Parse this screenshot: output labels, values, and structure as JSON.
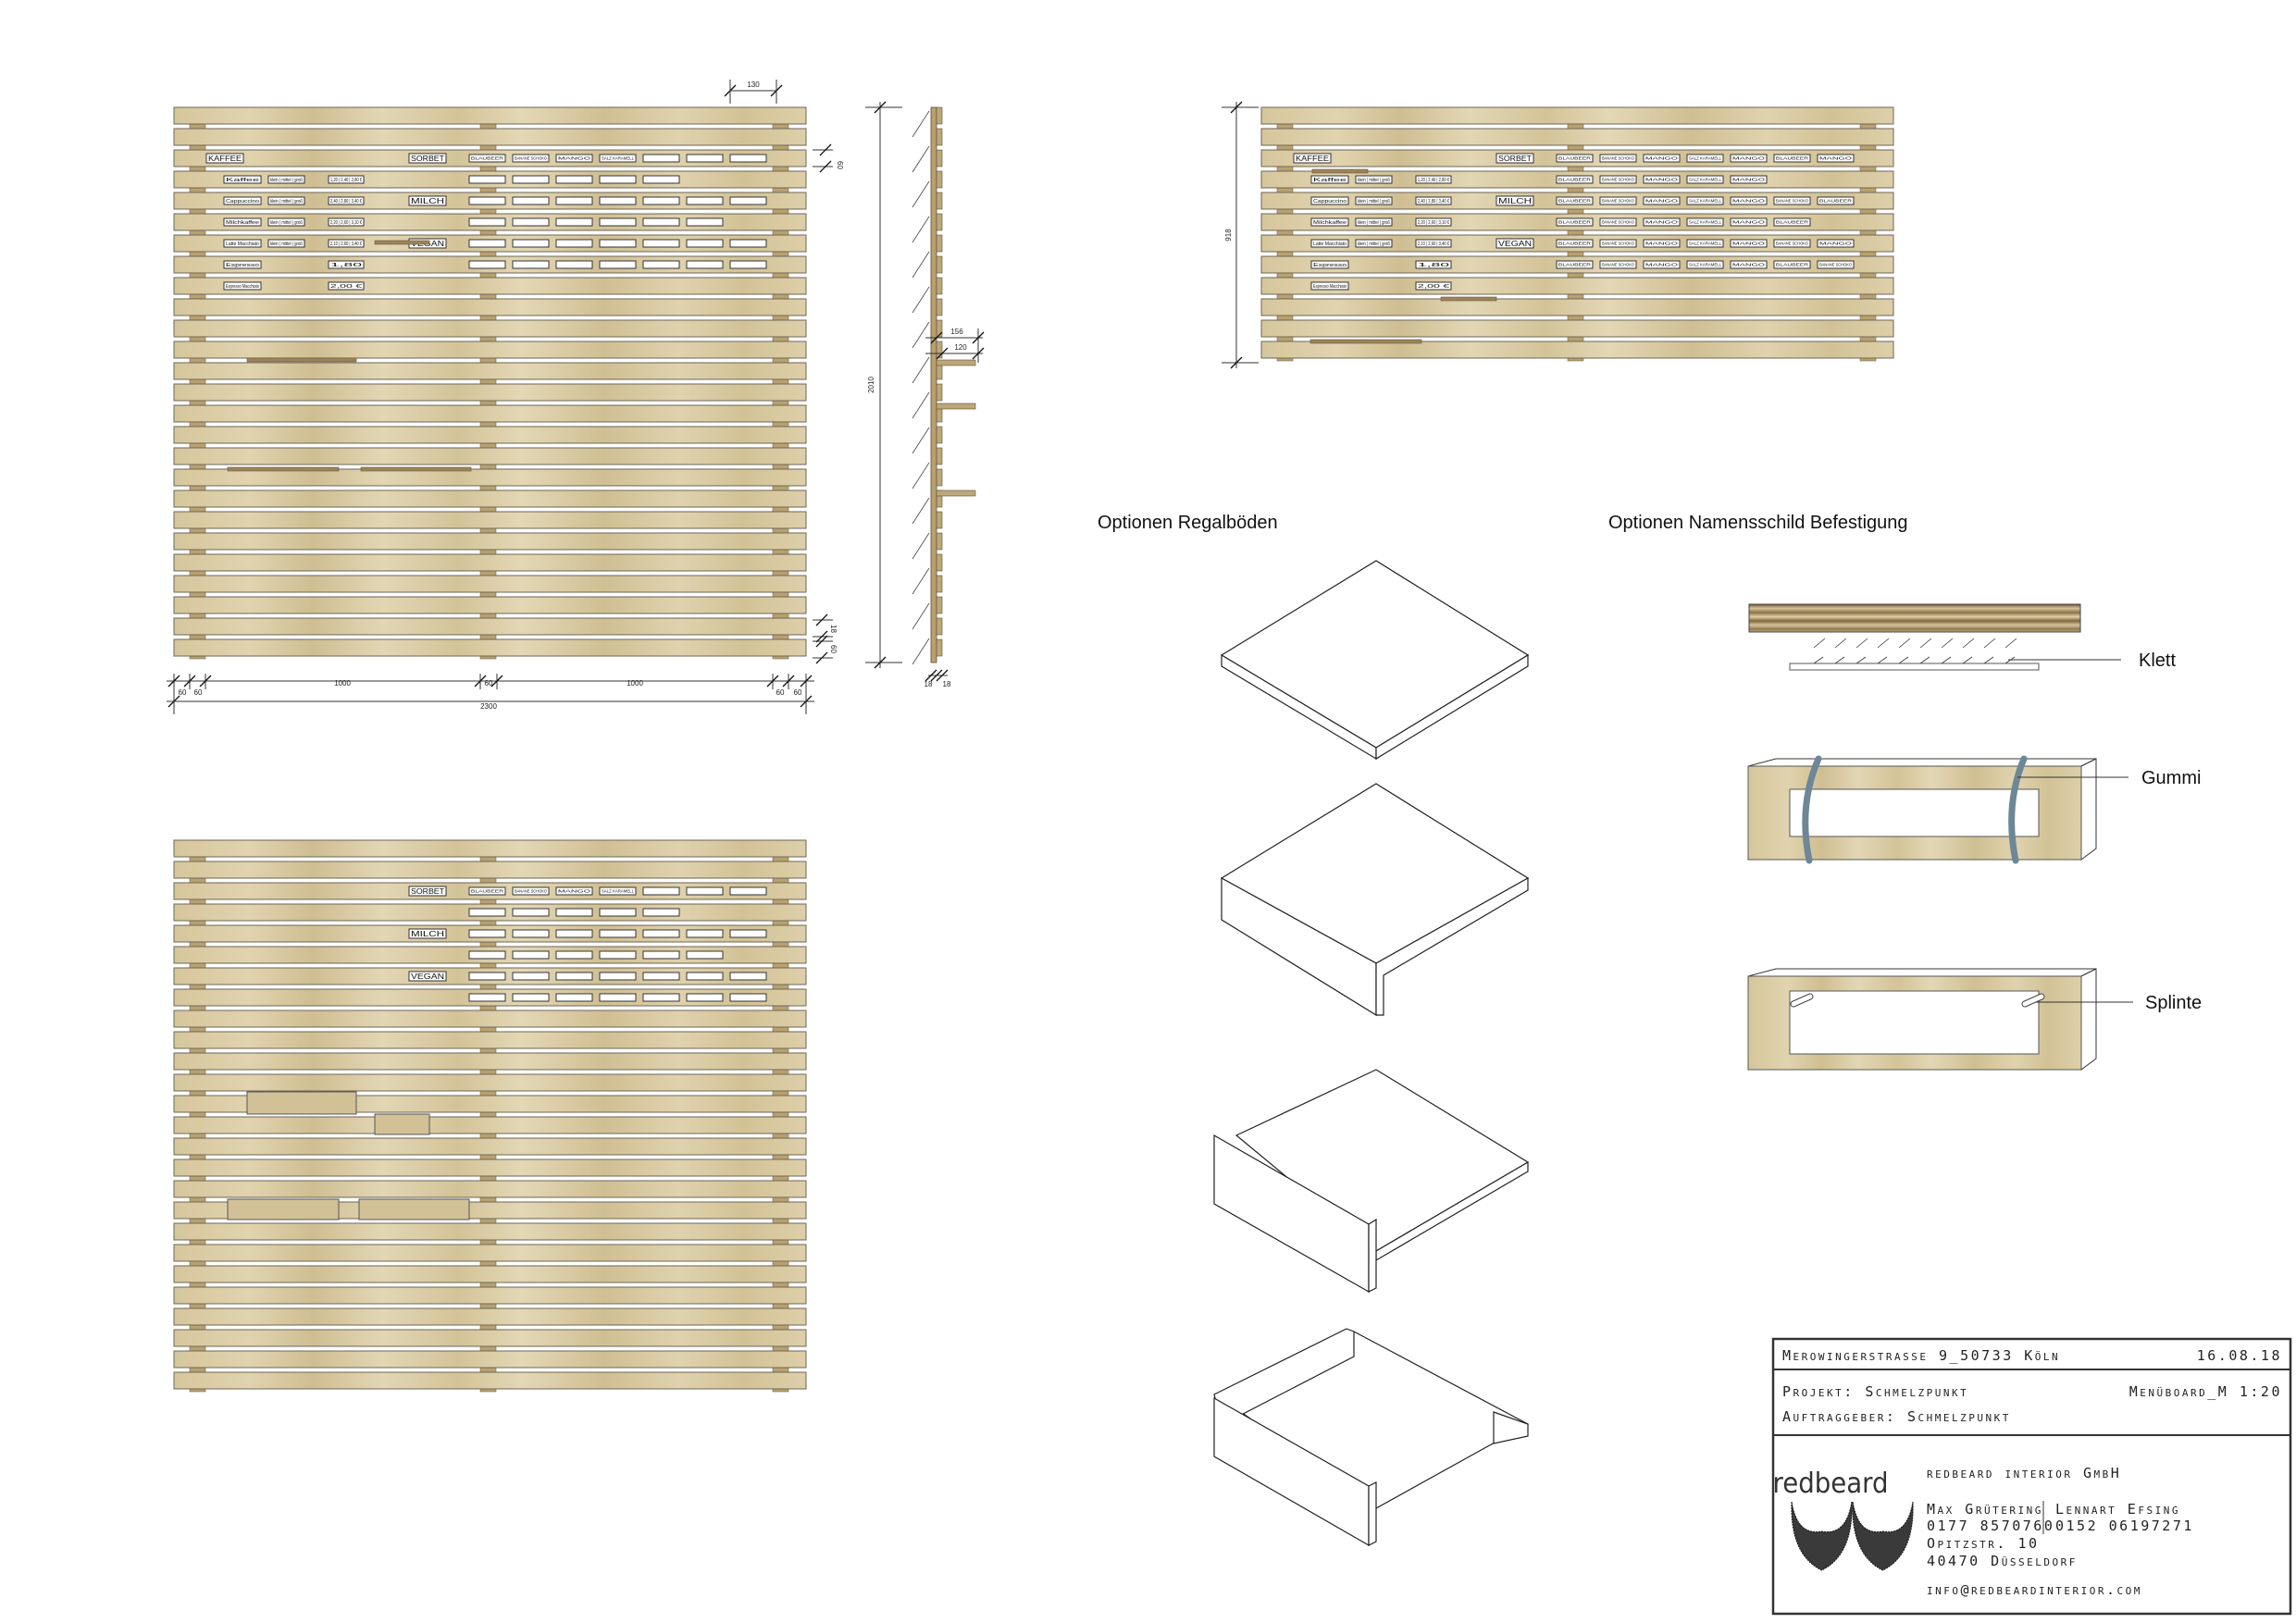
{
  "menu": {
    "categories": {
      "kaffee": "KAFFEE",
      "sorbet": "SORBET",
      "milch": "MILCH",
      "vegan": "VEGAN"
    },
    "items": [
      {
        "name": "Kaffee",
        "sizes": "klein | mittel | groß",
        "price": "1,20 | 2,40 | 2,80 €"
      },
      {
        "name": "Cappuccino",
        "sizes": "klein | mittel | groß",
        "price": "2,40 | 2,80 | 3,40 €"
      },
      {
        "name": "Milchkaffee",
        "sizes": "klein | mittel | groß",
        "price": "2,20 | 2,60 | 3,10 €"
      },
      {
        "name": "Latte Macchiato",
        "sizes": "klein | mittel | groß",
        "price": "2,10 | 2,60 | 3,40 €"
      },
      {
        "name": "Espresso",
        "price": "1,80"
      },
      {
        "name": "Espresso Macchiato",
        "price": "2,00 €"
      }
    ],
    "flavors_first_row": [
      "BLAUBEER",
      "BANANE SCHOKO",
      "MANGO",
      "SALZ KARAMELL"
    ],
    "flavor_row_counts": [
      7,
      5,
      7,
      6,
      7,
      7
    ],
    "flavor_grid_filled": [
      [
        "BLAUBEER",
        "BANANE SCHOKO",
        "MANGO",
        "SALZ KARAMELL",
        "MANGO",
        "BLAUBEER",
        "MANGO"
      ],
      [
        "BLAUBEER",
        "BANANE SCHOKO",
        "MANGO",
        "SALZ KARAMELL",
        "MANGO"
      ],
      [
        "BLAUBEER",
        "BANANE SCHOKO",
        "MANGO",
        "SALZ KARAMELL",
        "MANGO",
        "BANANE SCHOKO",
        "BLAUBEER"
      ],
      [
        "BLAUBEER",
        "BANANE SCHOKO",
        "MANGO",
        "SALZ KARAMELL",
        "MANGO",
        "BLAUBEER"
      ],
      [
        "BLAUBEER",
        "BANANE SCHOKO",
        "MANGO",
        "SALZ KARAMELL",
        "MANGO",
        "BANANE SCHOKO",
        "MANGO"
      ],
      [
        "BLAUBEER",
        "BANANE SCHOKO",
        "MANGO",
        "SALZ KARAMELL",
        "MANGO",
        "BLAUBEER",
        "BANANE SCHOKO"
      ]
    ]
  },
  "dimensions": {
    "post_spacing_top": "130",
    "slat_height": "60",
    "slat_gap": "18",
    "post_width": "60",
    "bay_width": "1000",
    "total_width": "2300",
    "total_height": "2010",
    "shelf_depth_outer": "156",
    "shelf_depth_inner": "120",
    "side_thickness": "18",
    "variant_height": "918"
  },
  "sections": {
    "shelf_options": "Optionen Regalböden",
    "nameplate_options": "Optionen Namensschild Befestigung"
  },
  "nameplate": {
    "klett": "Klett",
    "gummi": "Gummi",
    "splinte": "Splinte"
  },
  "colors": {
    "wood": "#d9cba6",
    "post": "#b8a16f",
    "band": "#6d8797",
    "line": "#333333"
  },
  "title_block": {
    "address": "Merowingerstrasse 9_50733 Köln",
    "date": "16.08.18",
    "project": "Projekt: Schmelzpunkt",
    "drawing": "Menüboard_M 1:20",
    "client": "Auftraggeber: Schmelzpunkt",
    "logo_text": "redbeard",
    "company": "redbeard interior GmbH",
    "contact1_name": "Max Grütering",
    "contact1_phone": "0177 8570760",
    "contact2_name": "Lennart Efsing",
    "contact2_phone": "0152 06197271",
    "street": "Opitzstr. 10",
    "city": "40470 Düsseldorf",
    "email": "info@redbeardinterior.com"
  }
}
